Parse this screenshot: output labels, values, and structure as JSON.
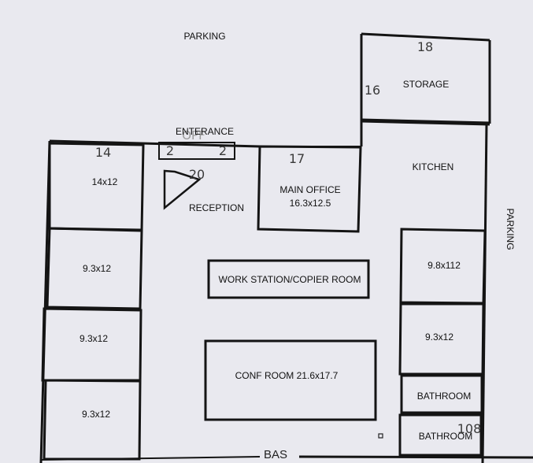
{
  "colors": {
    "background": "#e9e9ef",
    "wall": "#141414",
    "text": "#111111"
  },
  "labels": {
    "parking_top": "PARKING",
    "parking_right": "PARKING",
    "entrance": "ENTERANCE",
    "entrance_overlay": "OPF",
    "bottom": "BAS",
    "reception": "RECEPTION",
    "workstation": "WORK STATION/COPIER ROOM",
    "conf_room": "CONF ROOM 21.6x17.7",
    "main_office_name": "MAIN OFFICE",
    "main_office_size": "16.3x12.5",
    "storage": "STORAGE",
    "kitchen": "KITCHEN",
    "left_room_1": "14x12",
    "left_room_2": "9.3x12",
    "left_room_3": "9.3x12",
    "left_room_4": "9.3x12",
    "right_room_1": "9.8x112",
    "right_room_2": "9.3x12",
    "bathroom_1": "BATHROOM",
    "bathroom_2": "BATHROOM"
  },
  "numbers": {
    "n18": "18",
    "n16": "16",
    "n14": "14",
    "n17": "17",
    "n20": "20",
    "n2a": "2",
    "n2b": "2",
    "n108": "108"
  }
}
